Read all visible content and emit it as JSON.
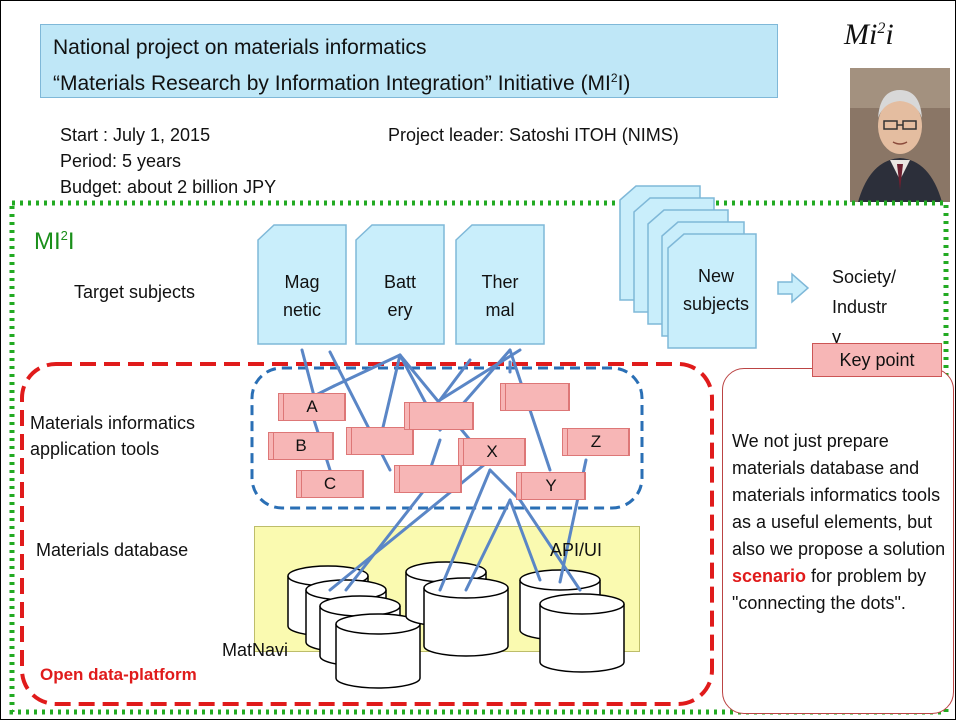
{
  "header": {
    "line1": "National project on materials informatics",
    "line2_prefix": "“Materials  Research by Information Integration”  Initiative (MI",
    "line2_sup": "2",
    "line2_suffix": "I)"
  },
  "logo": {
    "text": "Mi",
    "sup": "2",
    "tail": "i"
  },
  "info": {
    "start": "Start : July 1, 2015",
    "period": "Period:  5 years",
    "budget": "Budget:   about  2 billion JPY",
    "leader": "Project leader: Satoshi ITOH (NIMS)"
  },
  "mi2i_label": {
    "main": "MI",
    "sup": "2",
    "tail": "I"
  },
  "target_label": "Target subjects",
  "subjects": [
    {
      "line1": "Mag",
      "line2": "netic"
    },
    {
      "line1": "Batt",
      "line2": "ery"
    },
    {
      "line1": "Ther",
      "line2": "mal"
    }
  ],
  "new_subjects": {
    "line1": "New",
    "line2": "subjects"
  },
  "society": {
    "line1": "Society/",
    "line2": "Industr",
    "line3": "y"
  },
  "tools_label": {
    "line1": "Materials informatics",
    "line2": "application tools"
  },
  "tools": {
    "a": "A",
    "b": "B",
    "c": "C",
    "x": "X",
    "y": "Y",
    "z": "Z"
  },
  "db_label": "Materials  database",
  "api_label": "API/UI",
  "matnavi_label": "MatNavi",
  "open_platform": "Open data-platform",
  "key_point": {
    "header": "Key point",
    "before": "We not just prepare materials database and materials informatics tools as a useful elements, but also we propose a solution ",
    "highlight": "scenario",
    "after": " for problem by \"connecting the dots\"."
  },
  "colors": {
    "title_bg": "#bfe7f7",
    "subject_fill": "#c9eefb",
    "tool_fill": "#f7b6b6",
    "green_border": "#22aa22",
    "red_border": "#e01b1b",
    "blue_border": "#2a6fb5",
    "line": "#5a86c6",
    "db_panel": "#fafab0",
    "highlight": "#e01b1b"
  }
}
